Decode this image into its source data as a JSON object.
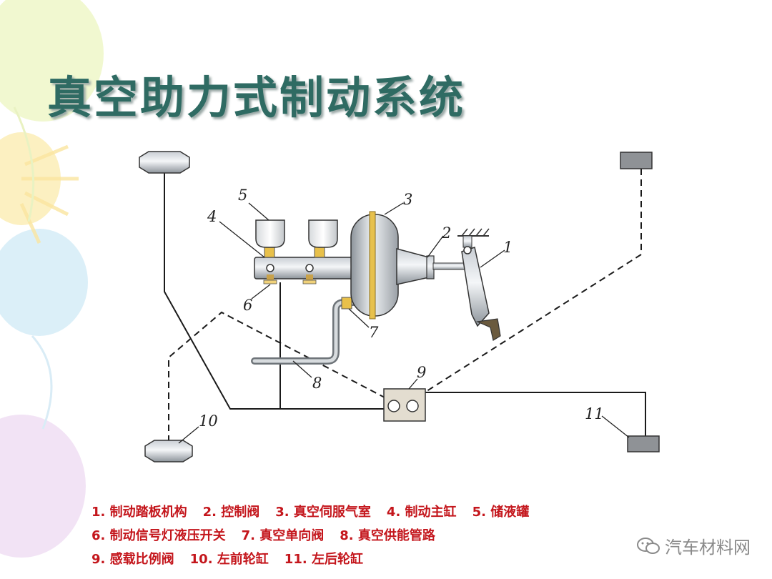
{
  "title": "真空助力式制动系统",
  "callouts": {
    "c1": "1",
    "c2": "2",
    "c3": "3",
    "c4": "4",
    "c5": "5",
    "c6": "6",
    "c7": "7",
    "c8": "8",
    "c9": "9",
    "c10": "10",
    "c11": "11"
  },
  "legend": {
    "row1": [
      "1. 制动踏板机构",
      "2. 控制阀",
      "3. 真空伺服气室",
      "4. 制动主缸",
      "5. 储液罐"
    ],
    "row2": [
      "6. 制动信号灯液压开关",
      "7. 真空单向阀",
      "8. 真空供能管路"
    ],
    "row3": [
      "9. 感载比例阀",
      "10. 左前轮缸",
      "11. 左后轮缸"
    ]
  },
  "watermark": "汽车材料网",
  "colors": {
    "title": "#2f6b63",
    "legend": "#c4161c",
    "parts": "#9aa0a6"
  }
}
